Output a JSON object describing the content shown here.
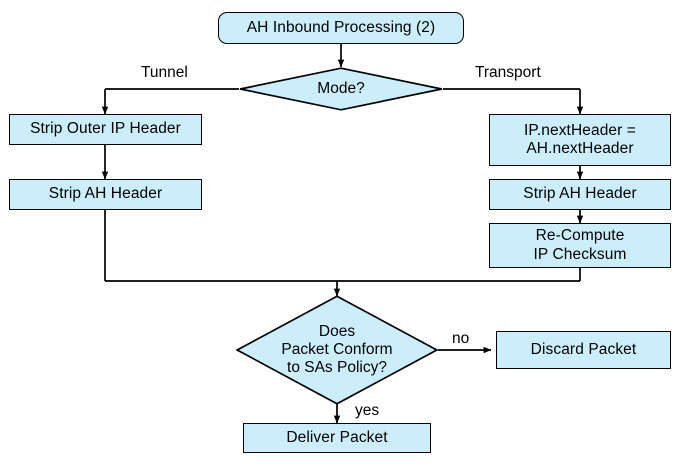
{
  "diagram": {
    "title": "AH Inbound Processing (2)",
    "nodes": {
      "start": {
        "label": "AH Inbound Processing (2)"
      },
      "mode_decision": {
        "label": "Mode?"
      },
      "strip_outer_ip": {
        "label": "Strip Outer IP Header"
      },
      "strip_ah_tunnel": {
        "label": "Strip AH Header"
      },
      "next_header": {
        "label": "IP.nextHeader =\nAH.nextHeader"
      },
      "strip_ah_transport": {
        "label": "Strip AH Header"
      },
      "recompute_checksum": {
        "label": "Re-Compute\nIP Checksum"
      },
      "conform_decision": {
        "label": "Does\nPacket Conform\nto SAs Policy?"
      },
      "discard_packet": {
        "label": "Discard Packet"
      },
      "deliver_packet": {
        "label": "Deliver Packet"
      }
    },
    "edge_labels": {
      "tunnel": "Tunnel",
      "transport": "Transport",
      "no": "no",
      "yes": "yes"
    },
    "colors": {
      "node_fill": "#cceefc",
      "node_stroke": "#000000",
      "text": "#000000",
      "background": "#ffffff"
    }
  }
}
